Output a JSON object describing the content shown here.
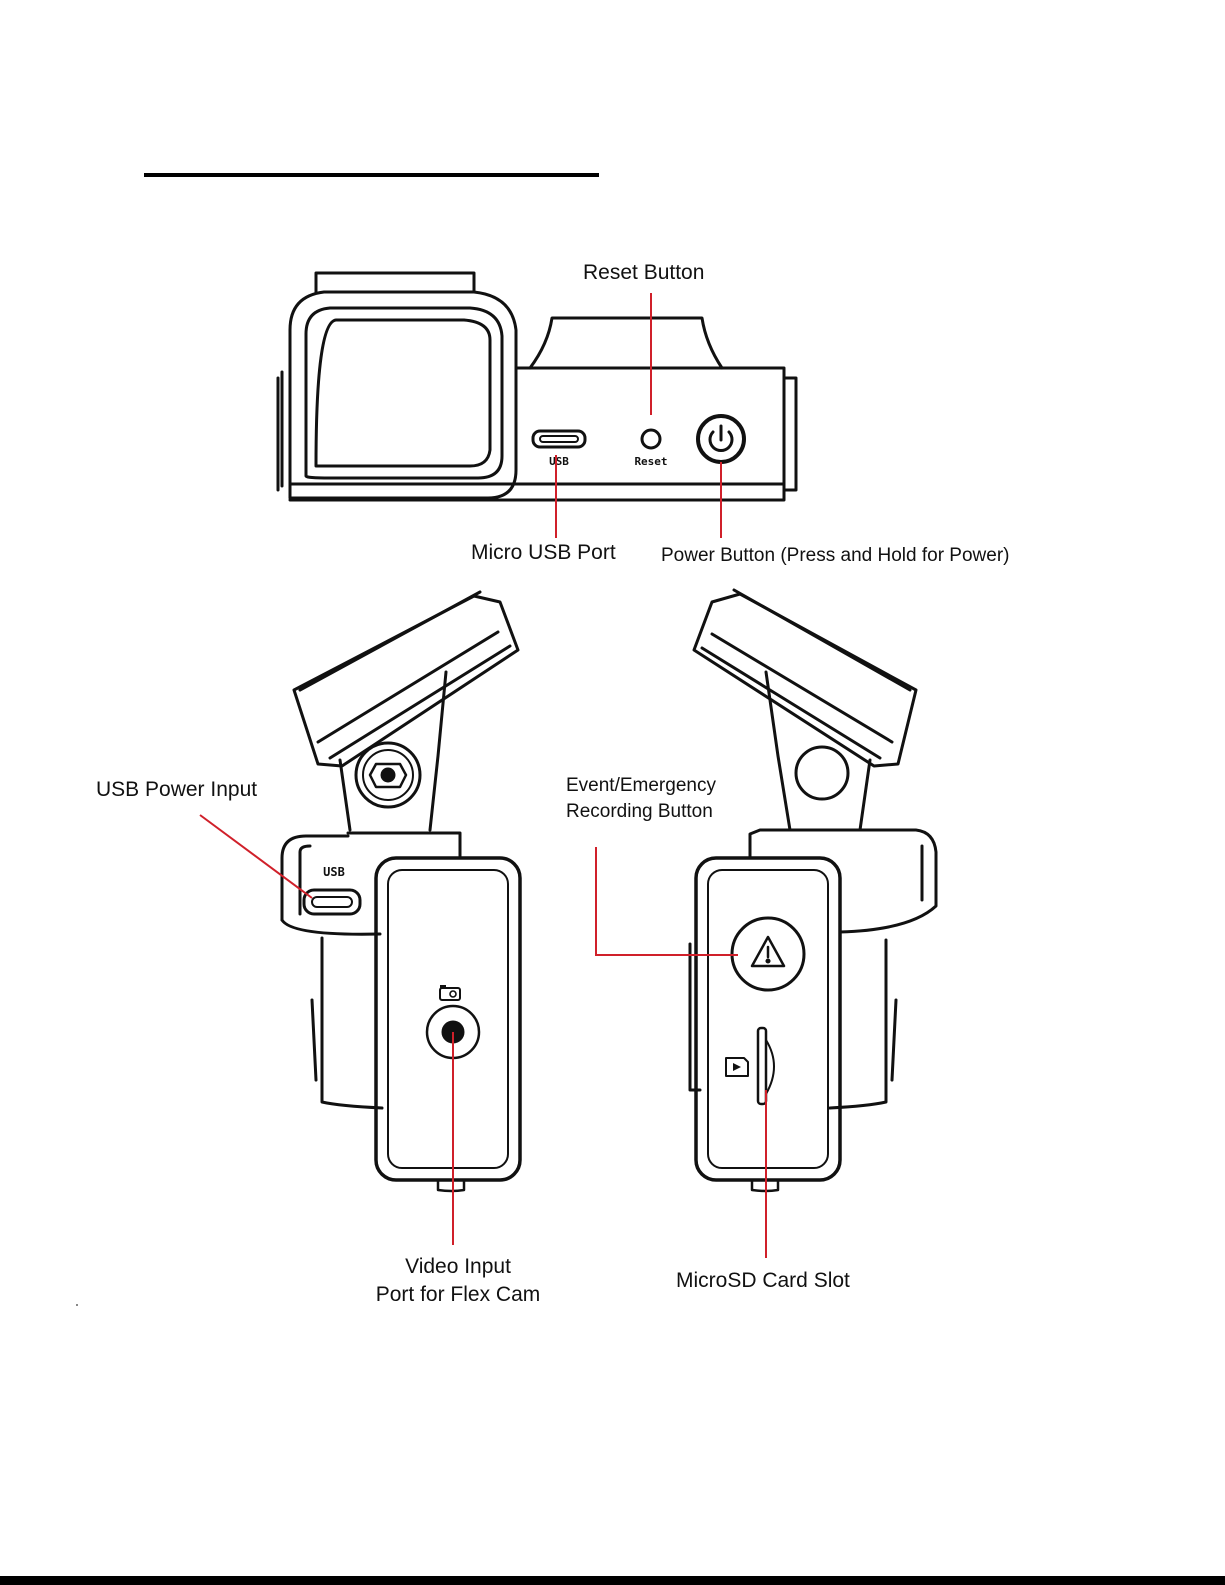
{
  "callouts": {
    "reset_button": "Reset Button",
    "micro_usb_port": "Micro USB Port",
    "power_button": "Power Button (Press and Hold for Power)",
    "usb_power_input": "USB Power Input",
    "event_emergency_line1": "Event/Emergency",
    "event_emergency_line2": "Recording Button",
    "video_input_line1": "Video Input",
    "video_input_line2": "Port for Flex Cam",
    "microsd_slot": "MicroSD Card Slot"
  },
  "device_labels": {
    "usb_top": "USB",
    "reset_top": "Reset",
    "usb_side": "USB"
  },
  "colors": {
    "leader_line": "#d0202a",
    "outline": "#111111"
  },
  "icons": [
    "power-icon",
    "warning-triangle-icon",
    "camera-icon",
    "sd-card-icon"
  ]
}
